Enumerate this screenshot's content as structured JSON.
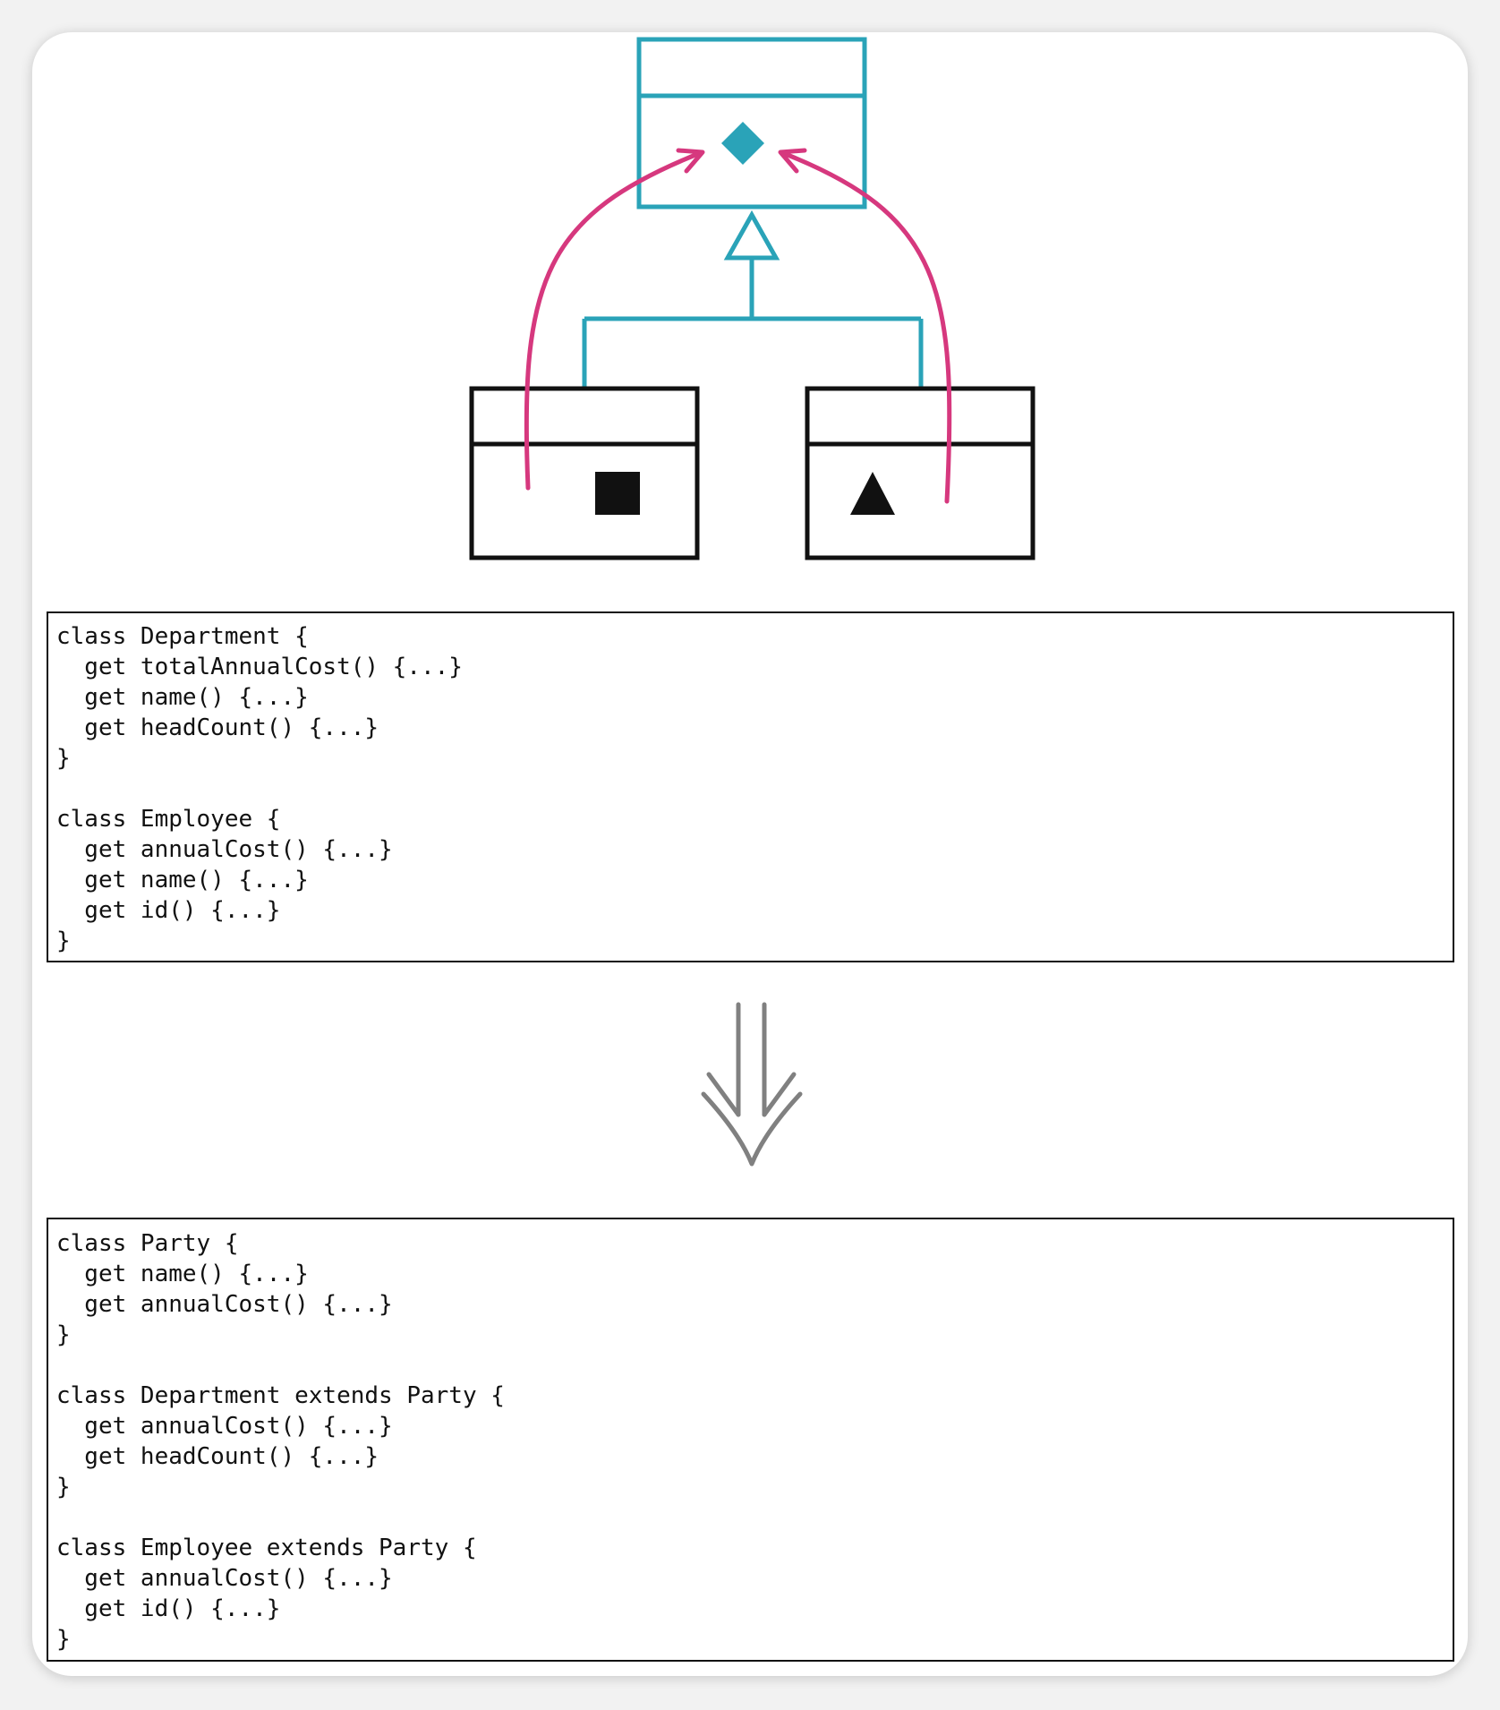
{
  "diagram": {
    "colors": {
      "superclass": "#2aa3b8",
      "subclass": "#111111",
      "pull_up_arrows": "#d6387e",
      "transform_arrow": "#808080"
    },
    "superclass_member_shape": "diamond",
    "left_subclass_member_shape": "square",
    "right_subclass_member_shape": "triangle",
    "relationship": "generalization"
  },
  "before_code": {
    "lines": [
      "class Department {",
      "  get totalAnnualCost() {...}",
      "  get name() {...}",
      "  get headCount() {...}",
      "}",
      "",
      "class Employee {",
      "  get annualCost() {...}",
      "  get name() {...}",
      "  get id() {...}",
      "}"
    ]
  },
  "after_code": {
    "lines": [
      "class Party {",
      "  get name() {...}",
      "  get annualCost() {...}",
      "}",
      "",
      "class Department extends Party {",
      "  get annualCost() {...}",
      "  get headCount() {...}",
      "}",
      "",
      "class Employee extends Party {",
      "  get annualCost() {...}",
      "  get id() {...}",
      "}"
    ]
  }
}
